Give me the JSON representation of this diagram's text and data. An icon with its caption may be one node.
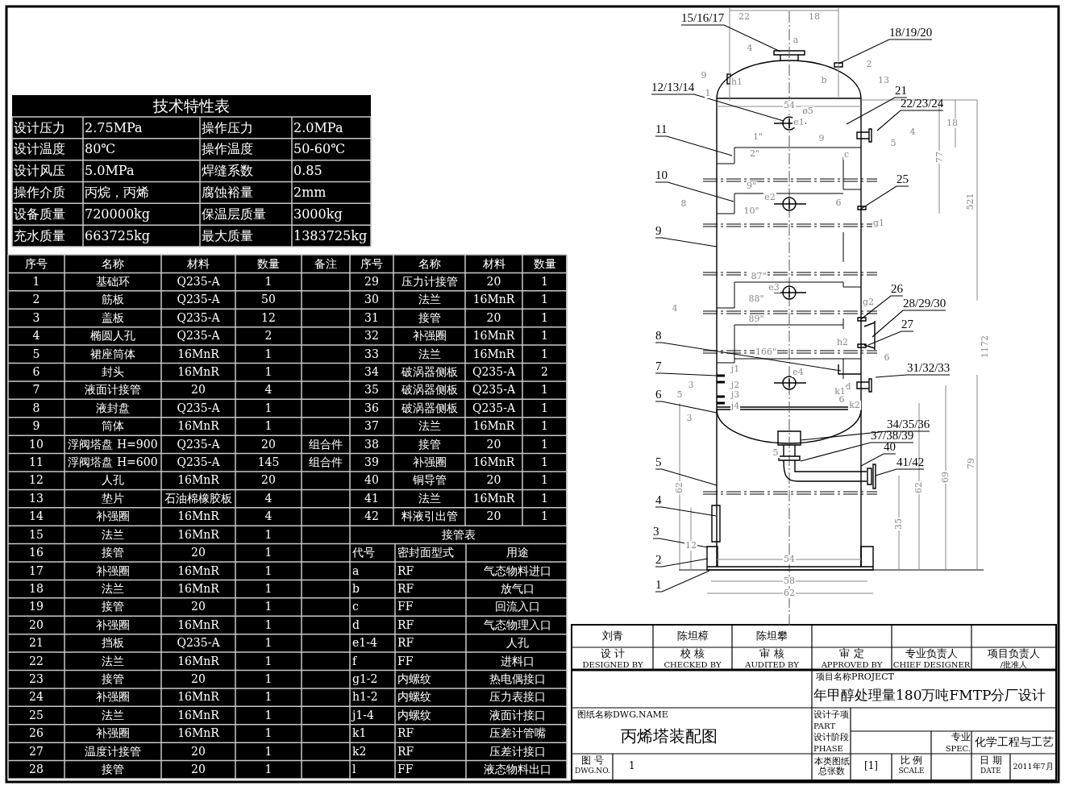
{
  "diagram": {
    "nodes": [
      {
        "text": [
          "15/16/17"
        ]
      },
      {
        "text": [
          "18/19/20"
        ]
      },
      {
        "text": [
          "12/13/14"
        ]
      },
      {
        "text": [
          "21"
        ]
      },
      {
        "text": [
          "22/23/24"
        ]
      },
      {
        "text": [
          "11"
        ]
      },
      {
        "text": [
          "10"
        ]
      },
      {
        "text": [
          "25"
        ]
      },
      {
        "text": [
          "9"
        ]
      },
      {
        "text": [
          "26"
        ]
      },
      {
        "text": [
          "28/29/30"
        ]
      },
      {
        "text": [
          "27"
        ]
      },
      {
        "text": [
          "8"
        ]
      },
      {
        "text": [
          "7"
        ]
      },
      {
        "text": [
          "31/32/33"
        ]
      },
      {
        "text": [
          "6"
        ]
      },
      {
        "text": [
          "34/35/36"
        ]
      },
      {
        "text": [
          "37/38/39"
        ]
      },
      {
        "text": [
          "40"
        ]
      },
      {
        "text": [
          "41/42"
        ]
      },
      {
        "text": [
          "5"
        ]
      },
      {
        "text": [
          "4"
        ]
      },
      {
        "text": [
          "3"
        ]
      },
      {
        "text": [
          "2"
        ]
      },
      {
        "text": [
          "1"
        ]
      }
    ],
    "edges": [
      {
        "from": 0,
        "to": null,
        "arrow": "none"
      },
      {
        "from": 1,
        "to": null,
        "arrow": "none"
      },
      {
        "from": 2,
        "to": null,
        "arrow": "none"
      },
      {
        "from": 3,
        "to": null,
        "arrow": "none"
      },
      {
        "from": 4,
        "to": null,
        "arrow": "none"
      },
      {
        "from": 5,
        "to": null,
        "arrow": "none"
      },
      {
        "from": 6,
        "to": null,
        "arrow": "none"
      },
      {
        "from": 7,
        "to": null,
        "arrow": "none"
      },
      {
        "from": 8,
        "to": null,
        "arrow": "none"
      },
      {
        "from": 9,
        "to": null,
        "arrow": "none"
      },
      {
        "from": 10,
        "to": null,
        "arrow": "none"
      },
      {
        "from": 11,
        "to": null,
        "arrow": "none"
      },
      {
        "from": 12,
        "to": null,
        "arrow": "none"
      },
      {
        "from": 13,
        "to": null,
        "arrow": "none"
      },
      {
        "from": 14,
        "to": null,
        "arrow": "none"
      },
      {
        "from": 15,
        "to": null,
        "arrow": "none"
      },
      {
        "from": 16,
        "to": null,
        "arrow": "none"
      },
      {
        "from": 17,
        "to": null,
        "arrow": "none"
      },
      {
        "from": 18,
        "to": null,
        "arrow": "none"
      },
      {
        "from": 19,
        "to": null,
        "arrow": "none"
      },
      {
        "from": 20,
        "to": null,
        "arrow": "none"
      },
      {
        "from": 21,
        "to": null,
        "arrow": "none"
      },
      {
        "from": 22,
        "to": null,
        "arrow": "none"
      },
      {
        "from": 23,
        "to": null,
        "arrow": "none"
      },
      {
        "from": 24,
        "to": null,
        "arrow": "none"
      }
    ],
    "labels": [
      "技术特性表",
      "设计压力",
      "2.75MPa",
      "操作压力",
      "2.0MPa",
      "设计温度",
      "80℃",
      "操作温度",
      "50-60℃",
      "设计风压",
      "5.0MPa",
      "焊缝系数",
      "0.85",
      "操作介质",
      "丙烷，丙烯",
      "腐蚀裕量",
      "2mm",
      "设备质量",
      "720000kg",
      "保温层质量",
      "3000kg",
      "充水质量",
      "663725kg",
      "最大质量",
      "1383725kg",
      "序号",
      "名称",
      "材料",
      "数量",
      "备注",
      "序号",
      "名称",
      "材料",
      "数量",
      "1",
      "基础环",
      "Q235-A",
      "1",
      "29",
      "压力计接管",
      "20",
      "1",
      "2",
      "筋板",
      "Q235-A",
      "50",
      "30",
      "法兰",
      "16MnR",
      "1",
      "3",
      "盖板",
      "Q235-A",
      "12",
      "31",
      "接管",
      "20",
      "1",
      "4",
      "椭圆人孔",
      "Q235-A",
      "2",
      "32",
      "补强圈",
      "16MnR",
      "1",
      "5",
      "裙座筒体",
      "16MnR",
      "1",
      "33",
      "法兰",
      "16MnR",
      "1",
      "6",
      "封头",
      "16MnR",
      "1",
      "34",
      "破涡器侧板",
      "Q235-A",
      "2",
      "7",
      "液面计接管",
      "20",
      "4",
      "35",
      "破涡器侧板",
      "Q235-A",
      "1",
      "8",
      "液封盘",
      "Q235-A",
      "1",
      "36",
      "破涡器侧板",
      "Q235-A",
      "1",
      "9",
      "筒体",
      "16MnR",
      "1",
      "37",
      "法兰",
      "16MnR",
      "1",
      "10",
      "浮阀塔盘 H=900",
      "Q235-A",
      "20",
      "组合件",
      "38",
      "接管",
      "20",
      "1",
      "11",
      "浮阀塔盘 H=600",
      "Q235-A",
      "145",
      "组合件",
      "39",
      "补强圈",
      "16MnR",
      "1",
      "12",
      "人孔",
      "16MnR",
      "20",
      "40",
      "铜导管",
      "20",
      "1",
      "13",
      "垫片",
      "石油棉橡胶板",
      "4",
      "41",
      "法兰",
      "16MnR",
      "1",
      "14",
      "补强圈",
      "16MnR",
      "4",
      "42",
      "料液引出管",
      "20",
      "1",
      "15",
      "法兰",
      "16MnR",
      "1",
      "接管表",
      "16",
      "接管",
      "20",
      "1",
      "代号",
      "密封面型式",
      "用途",
      "17",
      "补强圈",
      "16MnR",
      "1",
      "a",
      "RF",
      "气态物料进口",
      "18",
      "法兰",
      "16MnR",
      "1",
      "b",
      "RF",
      "放气口",
      "19",
      "接管",
      "20",
      "1",
      "c",
      "FF",
      "回流入口",
      "20",
      "补强圈",
      "16MnR",
      "1",
      "d",
      "RF",
      "气态物理入口",
      "21",
      "挡板",
      "Q235-A",
      "1",
      "e1-4",
      "RF",
      "人孔",
      "22",
      "法兰",
      "16MnR",
      "1",
      "f",
      "FF",
      "进料口",
      "23",
      "接管",
      "20",
      "1",
      "g1-2",
      "内螺纹",
      "热电偶接口",
      "24",
      "补强圈",
      "16MnR",
      "1",
      "h1-2",
      "内螺纹",
      "压力表接口",
      "25",
      "法兰",
      "16MnR",
      "1",
      "j1-4",
      "内螺纹",
      "液面计接口",
      "26",
      "补强圈",
      "16MnR",
      "1",
      "k1",
      "RF",
      "压差计管嘴",
      "27",
      "温度计接管",
      "20",
      "1",
      "k2",
      "RF",
      "压差计接口",
      "28",
      "接管",
      "20",
      "1",
      "l",
      "FF",
      "液态物料出口",
      "刘青",
      "陈坦樟",
      "陈坦攀",
      "设 计",
      "DESIGNED BY",
      "校 核",
      "CHECKED BY",
      "审 核",
      "AUDITED BY",
      "审 定",
      "APPROVED BY",
      "专业负责人",
      "CHIEF DESIGNER",
      "项目负责人",
      "/批准人",
      "项目名称PROJECT",
      "年甲醇处理量180万吨FMTP分厂设计",
      "图纸名称DWG.NAME",
      "丙烯塔装配图",
      "设计子项",
      "PART",
      "设计阶段",
      "PHASE",
      "专业",
      "SPEC.",
      "化学工程与工艺",
      "图 号",
      "DWG.NO.",
      "1",
      "本类图纸总张数",
      "[1]",
      "比 例",
      "SCALE",
      "日 期",
      "DATE",
      "2011年7月",
      "22",
      "18",
      "a",
      "4",
      "2",
      "9",
      "h1",
      "b",
      "13",
      "1",
      "54",
      "ø5",
      "e1",
      "c",
      "18",
      "9",
      "4",
      "1\"",
      "5",
      "2\"",
      "77",
      "9\"",
      "8",
      "e2",
      "6",
      "521",
      "10\"",
      "g1",
      "87\"",
      "e3",
      "88\"",
      "g2",
      "4",
      "1172",
      "89\"",
      "h2",
      "166\"",
      "6",
      "j1",
      "e4",
      "3",
      "j2",
      "d",
      "5",
      "j3",
      "k1",
      "j4",
      "6",
      "k2",
      "3",
      "5",
      "62",
      "62",
      "69",
      "79",
      "35",
      "12",
      "54",
      "58",
      "62"
    ]
  }
}
